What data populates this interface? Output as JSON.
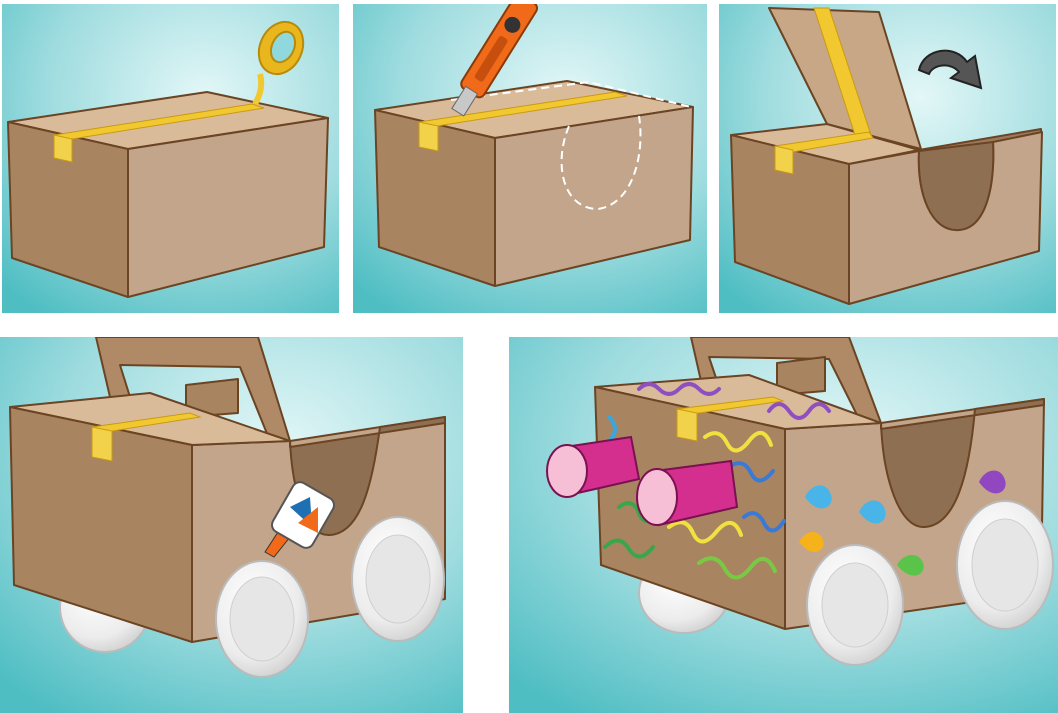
{
  "title": "",
  "colors": {
    "background_center": "#d8f3f4",
    "background_edge": "#5cc4c8",
    "cardboard_top": "#c9a98a",
    "cardboard_front": "#b08a67",
    "cardboard_side": "#c4a88e",
    "cardboard_outline": "#6b4424",
    "tape": "#f2c830",
    "cup_pink": "#d42f8e",
    "plate_white": "#f4f4f4"
  },
  "steps": [
    {
      "name": "tape-box",
      "icons": [
        "tape-roll-icon"
      ]
    },
    {
      "name": "cut-openings",
      "icons": [
        "box-cutter-icon"
      ]
    },
    {
      "name": "fold-flap",
      "icons": [
        "rotate-arrow-icon"
      ]
    },
    {
      "name": "glue-wheels",
      "icons": [
        "glue-bottle-icon"
      ]
    },
    {
      "name": "decorate",
      "icons": [
        "cup-headlight-icon"
      ]
    }
  ]
}
